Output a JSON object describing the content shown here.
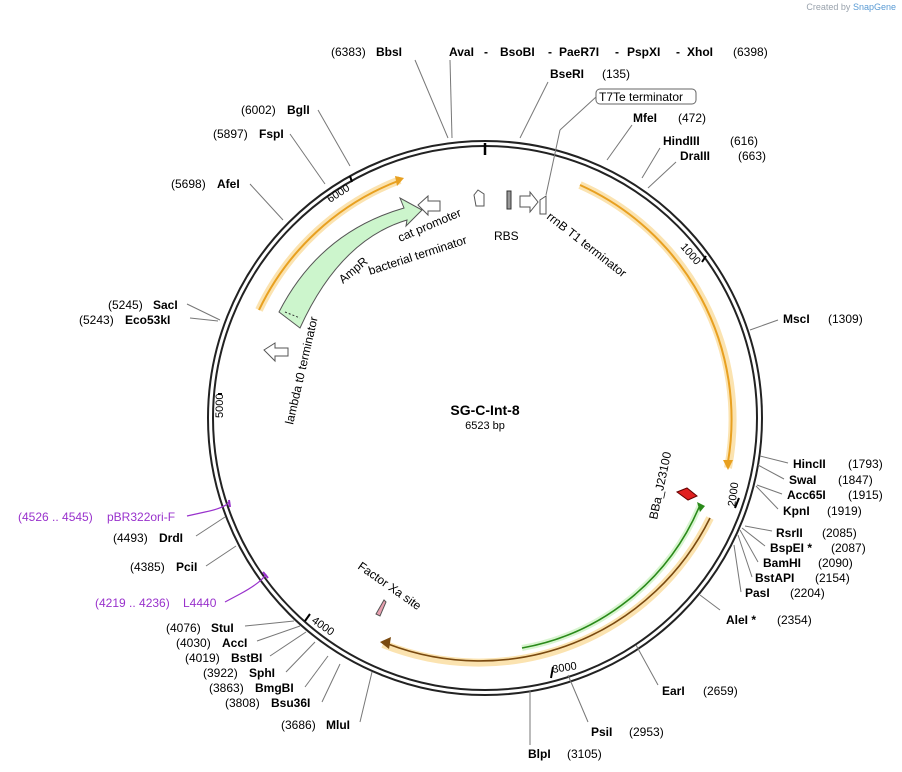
{
  "credit": {
    "prefix": "Created by",
    "brand": "SnapGene"
  },
  "plasmid": {
    "name": "SG-C-Int-8",
    "length": "6523 bp"
  },
  "ticks": [
    "1000",
    "2000",
    "3000",
    "4000",
    "5000",
    "6000"
  ],
  "enzymes": [
    {
      "name": "BbsI",
      "pos": "(6383)"
    },
    {
      "name": "AvaI",
      "pos": ""
    },
    {
      "name": "BsoBI",
      "pos": ""
    },
    {
      "name": "PaeR7I",
      "pos": ""
    },
    {
      "name": "PspXI",
      "pos": ""
    },
    {
      "name": "XhoI",
      "pos": "(6398)"
    },
    {
      "name": "BseRI",
      "pos": "(135)"
    },
    {
      "name": "MfeI",
      "pos": "(472)"
    },
    {
      "name": "HindIII",
      "pos": "(616)"
    },
    {
      "name": "DraIII",
      "pos": "(663)"
    },
    {
      "name": "MscI",
      "pos": "(1309)"
    },
    {
      "name": "HincII",
      "pos": "(1793)"
    },
    {
      "name": "SwaI",
      "pos": "(1847)"
    },
    {
      "name": "Acc65I",
      "pos": "(1915)"
    },
    {
      "name": "KpnI",
      "pos": "(1919)"
    },
    {
      "name": "RsrII",
      "pos": "(2085)"
    },
    {
      "name": "BspEI *",
      "pos": "(2087)"
    },
    {
      "name": "BamHI",
      "pos": "(2090)"
    },
    {
      "name": "BstAPI",
      "pos": "(2154)"
    },
    {
      "name": "PasI",
      "pos": "(2204)"
    },
    {
      "name": "AleI *",
      "pos": "(2354)"
    },
    {
      "name": "EarI",
      "pos": "(2659)"
    },
    {
      "name": "PsiI",
      "pos": "(2953)"
    },
    {
      "name": "BlpI",
      "pos": "(3105)"
    },
    {
      "name": "MluI",
      "pos": "(3686)"
    },
    {
      "name": "Bsu36I",
      "pos": "(3808)"
    },
    {
      "name": "BmgBI",
      "pos": "(3863)"
    },
    {
      "name": "SphI",
      "pos": "(3922)"
    },
    {
      "name": "BstBI",
      "pos": "(4019)"
    },
    {
      "name": "AccI",
      "pos": "(4030)"
    },
    {
      "name": "StuI",
      "pos": "(4076)"
    },
    {
      "name": "PciI",
      "pos": "(4385)"
    },
    {
      "name": "DrdI",
      "pos": "(4493)"
    },
    {
      "name": "Eco53kI",
      "pos": "(5243)"
    },
    {
      "name": "SacI",
      "pos": "(5245)"
    },
    {
      "name": "AfeI",
      "pos": "(5698)"
    },
    {
      "name": "FspI",
      "pos": "(5897)"
    },
    {
      "name": "BglI",
      "pos": "(6002)"
    }
  ],
  "primers": [
    {
      "name": "pBR322ori-F",
      "range": "(4526 .. 4545)"
    },
    {
      "name": "L4440",
      "range": "(4219 .. 4236)"
    }
  ],
  "features": {
    "t7te": "T7Te terminator",
    "rrnb": "rrnB T1 terminator",
    "rbs": "RBS",
    "cat_promoter": "cat promoter",
    "bacterial_terminator": "bacterial terminator",
    "ampr": "AmpR",
    "lambda": "lambda t0 terminator",
    "bba": "BBa_J23100",
    "factor_xa": "Factor Xa site"
  },
  "colors": {
    "ampr": "#ccf5cc",
    "orf": "#f0a030",
    "primer": "#9932cc",
    "promoter": "#e02020"
  }
}
